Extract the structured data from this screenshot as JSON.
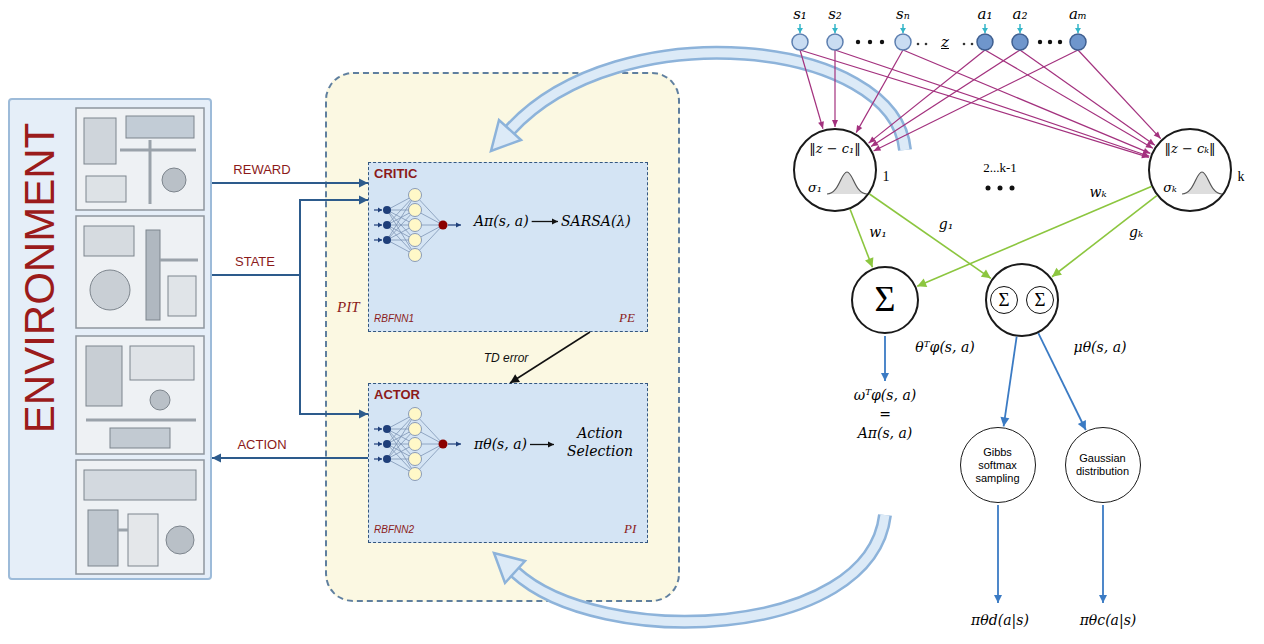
{
  "diagram": {
    "nodes": [
      {
        "text": [
          "ENVIRONMENT"
        ]
      },
      {
        "text": [
          "PIT"
        ]
      },
      {
        "text": [
          "CRITIC",
          "RBFNN1",
          "Aπ(s, a)",
          "SARSA(λ)",
          "PE"
        ],
        "in": 1
      },
      {
        "text": [
          "ACTOR",
          "RBFNN2",
          "πθ(s, a)",
          "Action Selection",
          "PI"
        ],
        "in": 1
      },
      {
        "text": [
          "‖z − c₁‖",
          "σ₁",
          "1"
        ]
      },
      {
        "text": [
          "‖z − cₖ‖",
          "σₖ",
          "k"
        ]
      },
      {
        "text": [
          "Σ"
        ]
      },
      {
        "text": [
          "Σ",
          "Σ"
        ]
      },
      {
        "text": [
          "Gibbs softmax sampling"
        ]
      },
      {
        "text": [
          "Gaussian distribution"
        ]
      }
    ],
    "edges": [
      {
        "from": 0,
        "to": 2,
        "arrow": "to",
        "label": "REWARD"
      },
      {
        "from": 0,
        "to": 2,
        "arrow": "to",
        "label": "STATE"
      },
      {
        "from": 0,
        "to": 3,
        "arrow": "to"
      },
      {
        "from": 3,
        "to": 0,
        "arrow": "to",
        "label": "ACTION"
      },
      {
        "from": 2,
        "to": 3,
        "arrow": "to",
        "label": "TD error"
      },
      {
        "from": 4,
        "to": 6,
        "arrow": "to",
        "label": "w₁"
      },
      {
        "from": 4,
        "to": 7,
        "arrow": "to",
        "label": "g₁"
      },
      {
        "from": 5,
        "to": 6,
        "arrow": "to",
        "label": "wₖ"
      },
      {
        "from": 5,
        "to": 7,
        "arrow": "to",
        "label": "gₖ"
      },
      {
        "from": 7,
        "to": 8,
        "arrow": "to",
        "label": "θᵀφ(s, a)"
      },
      {
        "from": 7,
        "to": 9,
        "arrow": "to",
        "label": "μθ(s, a)"
      }
    ],
    "labels": [
      "s₁",
      "s₂",
      "sₙ",
      "z",
      "a₁",
      "a₂",
      "aₘ",
      "2...k-1",
      "ωᵀφ(s, a)",
      "=",
      "Aπ(s, a)",
      "πθd(a|s)",
      "πθc(a|s)"
    ]
  }
}
